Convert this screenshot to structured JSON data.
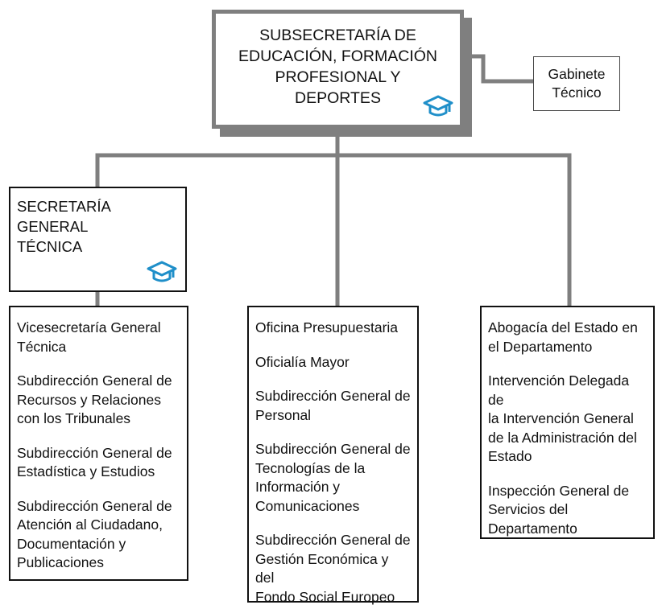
{
  "org_chart": {
    "main": {
      "title": "SUBSECRETARÍA DE\nEDUCACIÓN, FORMACIÓN\nPROFESIONAL Y\nDEPORTES",
      "icon": "graduation-cap-icon"
    },
    "gabinete": {
      "title": "Gabinete\nTécnico"
    },
    "secretaria": {
      "title": "SECRETARÍA GENERAL\nTÉCNICA",
      "icon": "graduation-cap-icon"
    },
    "columns": {
      "left": [
        "Vicesecretaría General\nTécnica",
        "Subdirección General de\nRecursos y Relaciones\ncon los Tribunales",
        "Subdirección General de\nEstadística y Estudios",
        "Subdirección General de\nAtención al Ciudadano,\nDocumentación y\nPublicaciones"
      ],
      "middle": [
        "Oficina Presupuestaria",
        "Oficialía Mayor",
        "Subdirección General de\nPersonal",
        "Subdirección General de\nTecnologías de la\nInformación y\nComunicaciones",
        "Subdirección General de\nGestión Económica y del\nFondo Social Europeo"
      ],
      "right": [
        "Abogacía del Estado en\nel Departamento",
        "Intervención Delegada de\nla Intervención General\nde la Administración del\nEstado",
        "Inspección General de\nServicios del\nDepartamento"
      ]
    },
    "colors": {
      "connector": "#7f7f7f",
      "border": "#111111",
      "icon": "#1f8fc9"
    }
  }
}
